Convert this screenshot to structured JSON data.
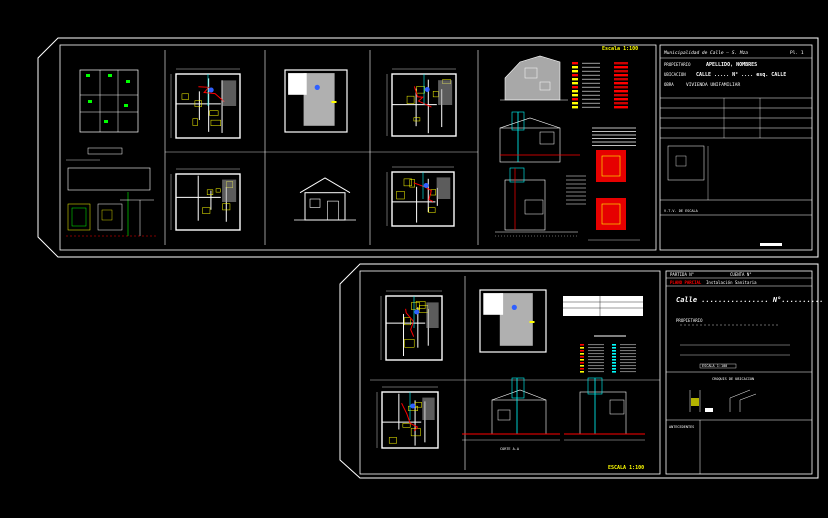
{
  "colors": {
    "background": "#000000",
    "frame": "#ffffff",
    "wall": "#ffffff",
    "fixture": "#ffff00",
    "pipe_red": "#ff0000",
    "pipe_cyan": "#00ffff",
    "pipe_blue": "#3060ff",
    "accent_green": "#00ff00",
    "dim_gray": "#9a9a9a",
    "fill_gray": "#a8a8a8",
    "fill_dark": "#666666"
  },
  "sheet1": {
    "scale_label": "Escala 1:100",
    "title_block": {
      "municipality": "Municipalidad de Calle — S. Mza",
      "sheet_tag": "Pl. 1",
      "owner_label": "PROPIETARIO",
      "owner_value": "APELLIDO, NOMBRES",
      "address_label": "UBICACION",
      "address_value": "CALLE ..... N° .... esq. CALLE",
      "project_label": "OBRA",
      "project_value": "VIVIENDA UNIFAMILIAR",
      "footer_label": "V.T.V. DE ESCALA"
    }
  },
  "sheet2": {
    "scale_label": "ESCALA 1:100",
    "title_block": {
      "sheet_label": "PARTIDA N°",
      "sheet_label_2": "CUENTA N°",
      "plan_type": "Instalación Sanitaria",
      "plan_tag": "PLANO PARCIAL",
      "street_label": "Calle ................ N°..........",
      "owner_label": "PROPIETARIO",
      "scale_label": "ESCALA 1:100",
      "location_label": "CROQUIS DE UBICACION",
      "history_label": "ANTECEDENTES"
    },
    "section_label": "CORTE A-A"
  }
}
